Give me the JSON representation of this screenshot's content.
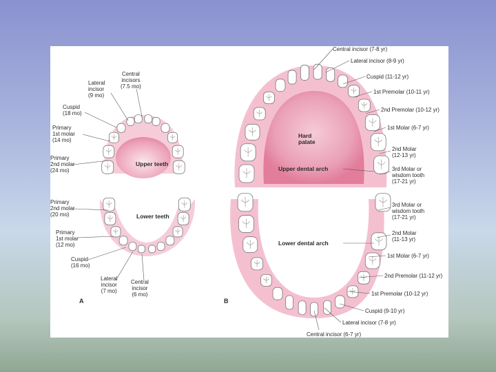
{
  "panels": {
    "a": "A",
    "b": "B"
  },
  "primary": {
    "central_incisors": [
      "Central",
      "incisors",
      "(7.5 mo)"
    ],
    "lateral_incisor": [
      "Lateral",
      "incisor",
      "(9 mo)"
    ],
    "cuspid": [
      "Cuspid",
      "(18 mo)"
    ],
    "first_molar": [
      "Primary",
      "1st molar",
      "(14 mo)"
    ],
    "second_molar": [
      "Primary",
      "2nd molar",
      "(24 mo)"
    ],
    "upper_teeth": "Upper teeth",
    "lower_teeth": "Lower teeth",
    "lower_second_molar": [
      "Primary",
      "2nd molar",
      "(20 mo)"
    ],
    "lower_first_molar": [
      "Primary",
      "1st molar",
      "(12 mo)"
    ],
    "lower_cuspid": [
      "Cuspid",
      "(16 mo)"
    ],
    "lower_lateral_incisor": [
      "Lateral",
      "incisor",
      "(7 mo)"
    ],
    "lower_central_incisor": [
      "Central",
      "incisor",
      "(6 mo)"
    ]
  },
  "permanent": {
    "upper_central_incisor": "Central incisor (7-8 yr)",
    "upper_lateral_incisor": "Lateral incisor (8-9 yr)",
    "upper_cuspid": "Cuspid (11-12 yr)",
    "upper_first_premolar": "1st Premolar (10-11 yr)",
    "upper_second_premolar": "2nd Premolar (10-12 yr)",
    "upper_first_molar": "1st Molar (6-7 yr)",
    "upper_second_molar": [
      "2nd Molar",
      "(12-13 yr)"
    ],
    "upper_third_molar": [
      "3rd Molar or",
      "wisdom tooth",
      "(17-21 yr)"
    ],
    "hard_palate": [
      "Hard",
      "palate"
    ],
    "upper_dental_arch": "Upper dental arch",
    "lower_dental_arch": "Lower dental arch",
    "lower_third_molar": [
      "3rd Molar or",
      "wisdom tooth",
      "(17-21 yr)"
    ],
    "lower_second_molar": [
      "2nd Molar",
      "(11-13 yr)"
    ],
    "lower_first_molar": "1st Molar (6-7 yr)",
    "lower_second_premolar": "2nd Premolar (11-12 yr)",
    "lower_first_premolar": "1st Premolar (10-12 yr)",
    "lower_cuspid": "Cuspid (9-10 yr)",
    "lower_lateral_incisor": "Lateral incisor (7-8 yr)",
    "lower_central_incisor": "Central incisor (6-7 yr)"
  },
  "colors": {
    "gum": "#f3c6d4",
    "gum_dark": "#e8a6bb",
    "palate": "#e27d9c",
    "tooth_edge": "#777777",
    "leader": "#555555"
  }
}
